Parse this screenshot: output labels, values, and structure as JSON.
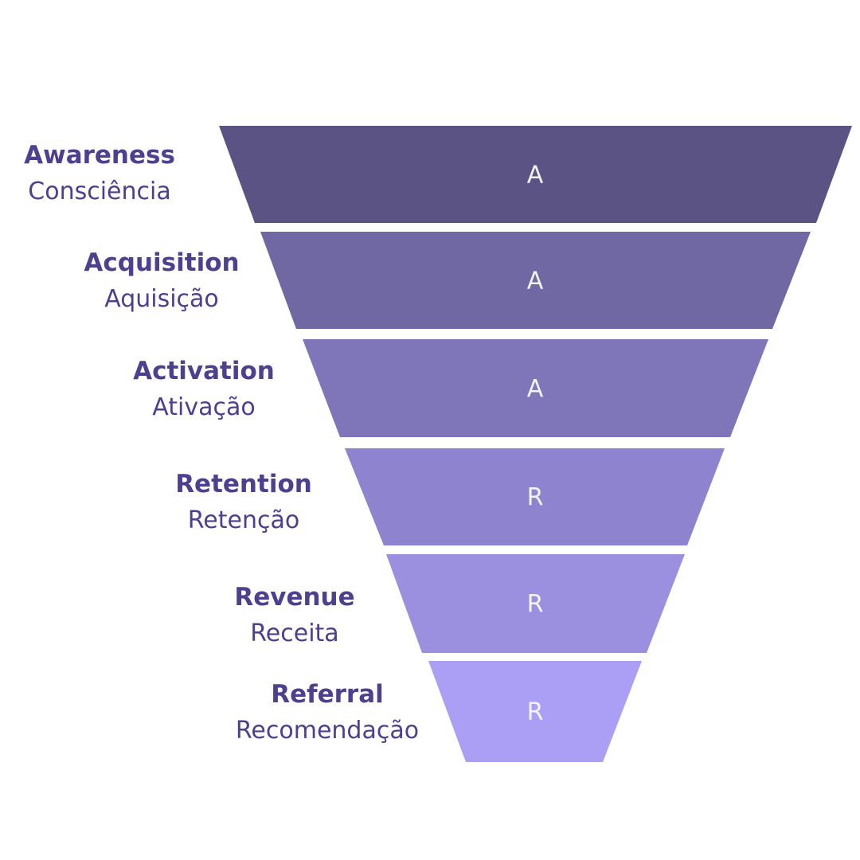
{
  "stages": [
    {
      "name": "Awareness",
      "translation": "Consciência",
      "letter": "A",
      "color": "#5b5383"
    },
    {
      "name": "Acquisition",
      "translation": "Aquisição",
      "letter": "A",
      "color": "#6f68a3"
    },
    {
      "name": "Activation",
      "translation": "Ativação",
      "letter": "A",
      "color": "#7e76b8"
    },
    {
      "name": "Retention",
      "translation": "Retenção",
      "letter": "R",
      "color": "#8d83cf"
    },
    {
      "name": "Revenue",
      "translation": "Receita",
      "letter": "R",
      "color": "#9b8fdf"
    },
    {
      "name": "Referral",
      "translation": "Recomendação",
      "letter": "R",
      "color": "#ab9ef5"
    }
  ]
}
